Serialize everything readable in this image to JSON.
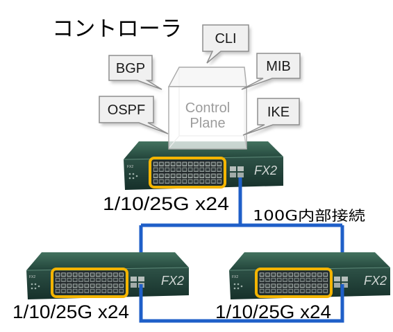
{
  "title": "コントローラ",
  "control_plane": {
    "line1": "Control",
    "line2": "Plane"
  },
  "protocols": {
    "cli": "CLI",
    "bgp": "BGP",
    "mib": "MIB",
    "ospf": "OSPF",
    "ike": "IKE"
  },
  "switches": {
    "top": {
      "model": "FX2",
      "port_label": "1/10/25G x24"
    },
    "bottom_left": {
      "model": "FX2",
      "port_label": "1/10/25G x24"
    },
    "bottom_right": {
      "model": "FX2",
      "port_label": "1/10/25G x24"
    }
  },
  "link_label": "100G内部接続",
  "colors": {
    "link": "#1f5fc8",
    "port_highlight": "#f4b400",
    "bubble_fill": "#f0f0f0"
  }
}
